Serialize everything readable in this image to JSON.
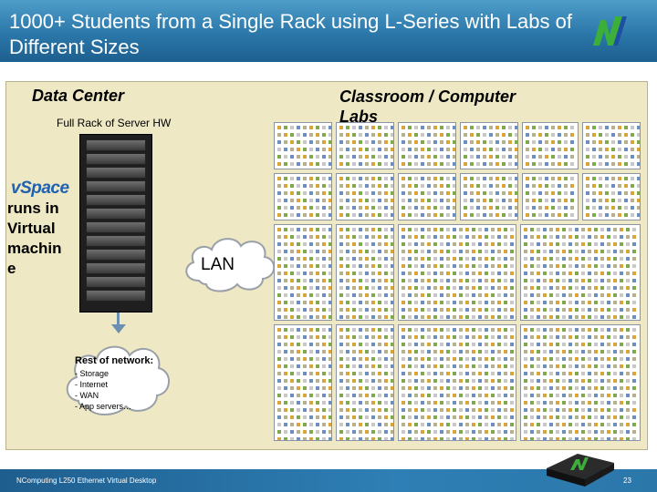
{
  "header": {
    "title": "1000+ Students from a Single Rack using L-Series with Labs of Different Sizes"
  },
  "datacenter": {
    "title": "Data Center",
    "rack_title": "Full Rack of Server HW",
    "vspace_label": "vSpace",
    "vspace_desc": "runs in Virtual machin e"
  },
  "lan": {
    "label": "LAN"
  },
  "network": {
    "title": "Rest of network:",
    "items": [
      "- Storage",
      "- Internet",
      "- WAN",
      "- App servers…"
    ]
  },
  "labs": {
    "title": "Classroom / Computer Labs"
  },
  "footer": {
    "text": "NComputing L250 Ethernet Virtual Desktop",
    "page": "23"
  },
  "colors": {
    "header_blue": "#2b77aa",
    "panel_bg": "#eee8c4",
    "logo_green": "#3cae3a",
    "logo_blue": "#1f4fa0"
  }
}
